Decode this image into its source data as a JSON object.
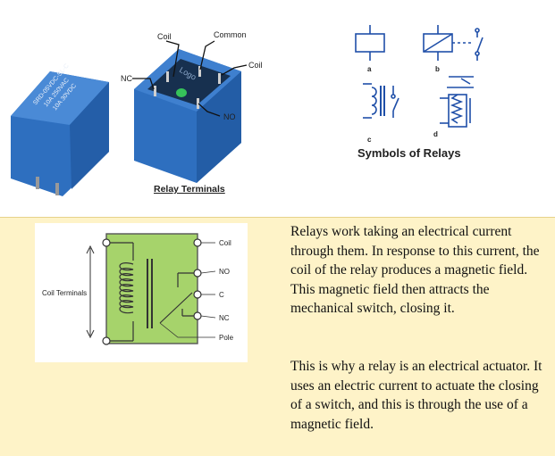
{
  "photo": {
    "labels": {
      "coil_top": "Coil",
      "common": "Common",
      "coil_right": "Coil",
      "nc": "NC",
      "no": "NO"
    },
    "caption": "Relay Terminals"
  },
  "symbols": {
    "letters": [
      "a",
      "b",
      "c",
      "d"
    ],
    "caption": "Symbols of Relays"
  },
  "schematic": {
    "left_label": "Coil Terminals",
    "terminals": [
      "Coil",
      "NO",
      "C",
      "NC",
      "Pole"
    ]
  },
  "text": {
    "paragraph1": "Relays work taking an electrical current through them. In response to this current, the coil of the relay produces a magnetic field. This magnetic field then attracts the mechanical switch, closing it.",
    "paragraph2": "This is why a relay is an electrical actuator. It uses an electric current to actuate the closing of a switch, and this is through the use of a magnetic field."
  },
  "colors": {
    "relay_blue": "#2e6fbf",
    "symbol_blue": "#1f4fa8",
    "band_yellow": "#fef3c8",
    "schematic_green": "#a6d36b"
  }
}
